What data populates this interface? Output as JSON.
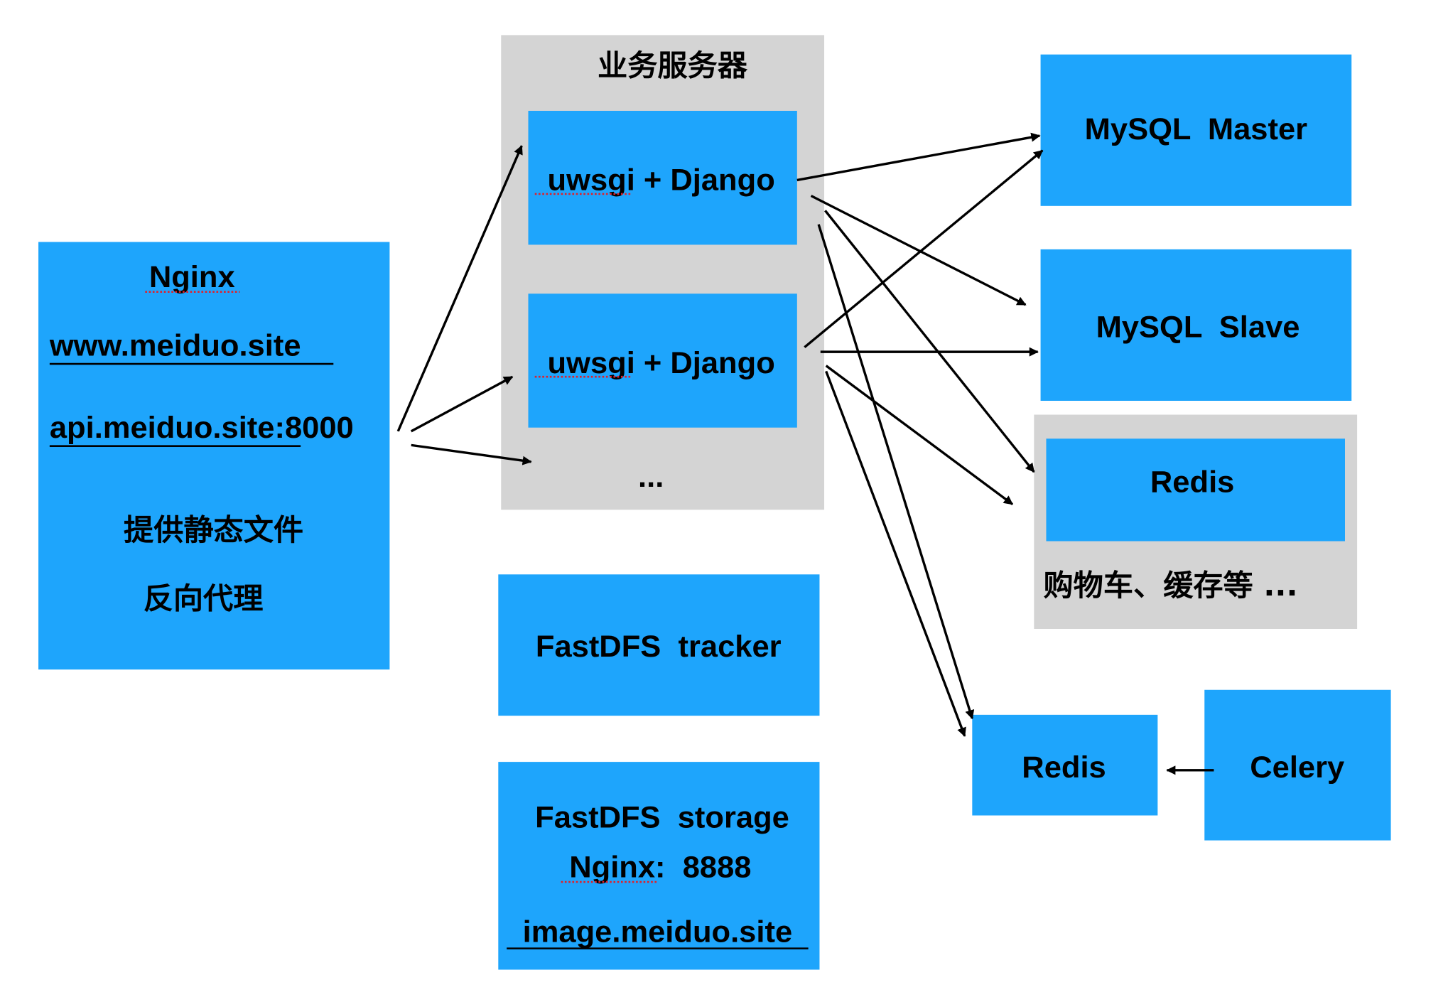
{
  "colors": {
    "box": "#1ea5fc",
    "group": "#d4d4d4",
    "text": "#000000",
    "spell_underline": "#e0202a"
  },
  "nginx": {
    "title": "Nginx",
    "domain_www": "www.meiduo.site",
    "domain_api": "api.meiduo.site:8000",
    "role_static": "提供静态文件",
    "role_proxy": "反向代理"
  },
  "business_servers": {
    "title": "业务服务器",
    "instances": [
      {
        "label": "uwsgi + Django"
      },
      {
        "label": "uwsgi + Django"
      }
    ],
    "more": "..."
  },
  "fastdfs_tracker": {
    "label": "FastDFS  tracker"
  },
  "fastdfs_storage": {
    "label": "FastDFS  storage",
    "nginx_port": "Nginx:  8888",
    "domain": "image.meiduo.site"
  },
  "mysql_master": {
    "label": "MySQL  Master"
  },
  "mysql_slave": {
    "label": "MySQL  Slave"
  },
  "redis_cache": {
    "label": "Redis",
    "caption": "购物车、缓存等 ..."
  },
  "redis_broker": {
    "label": "Redis"
  },
  "celery": {
    "label": "Celery"
  }
}
